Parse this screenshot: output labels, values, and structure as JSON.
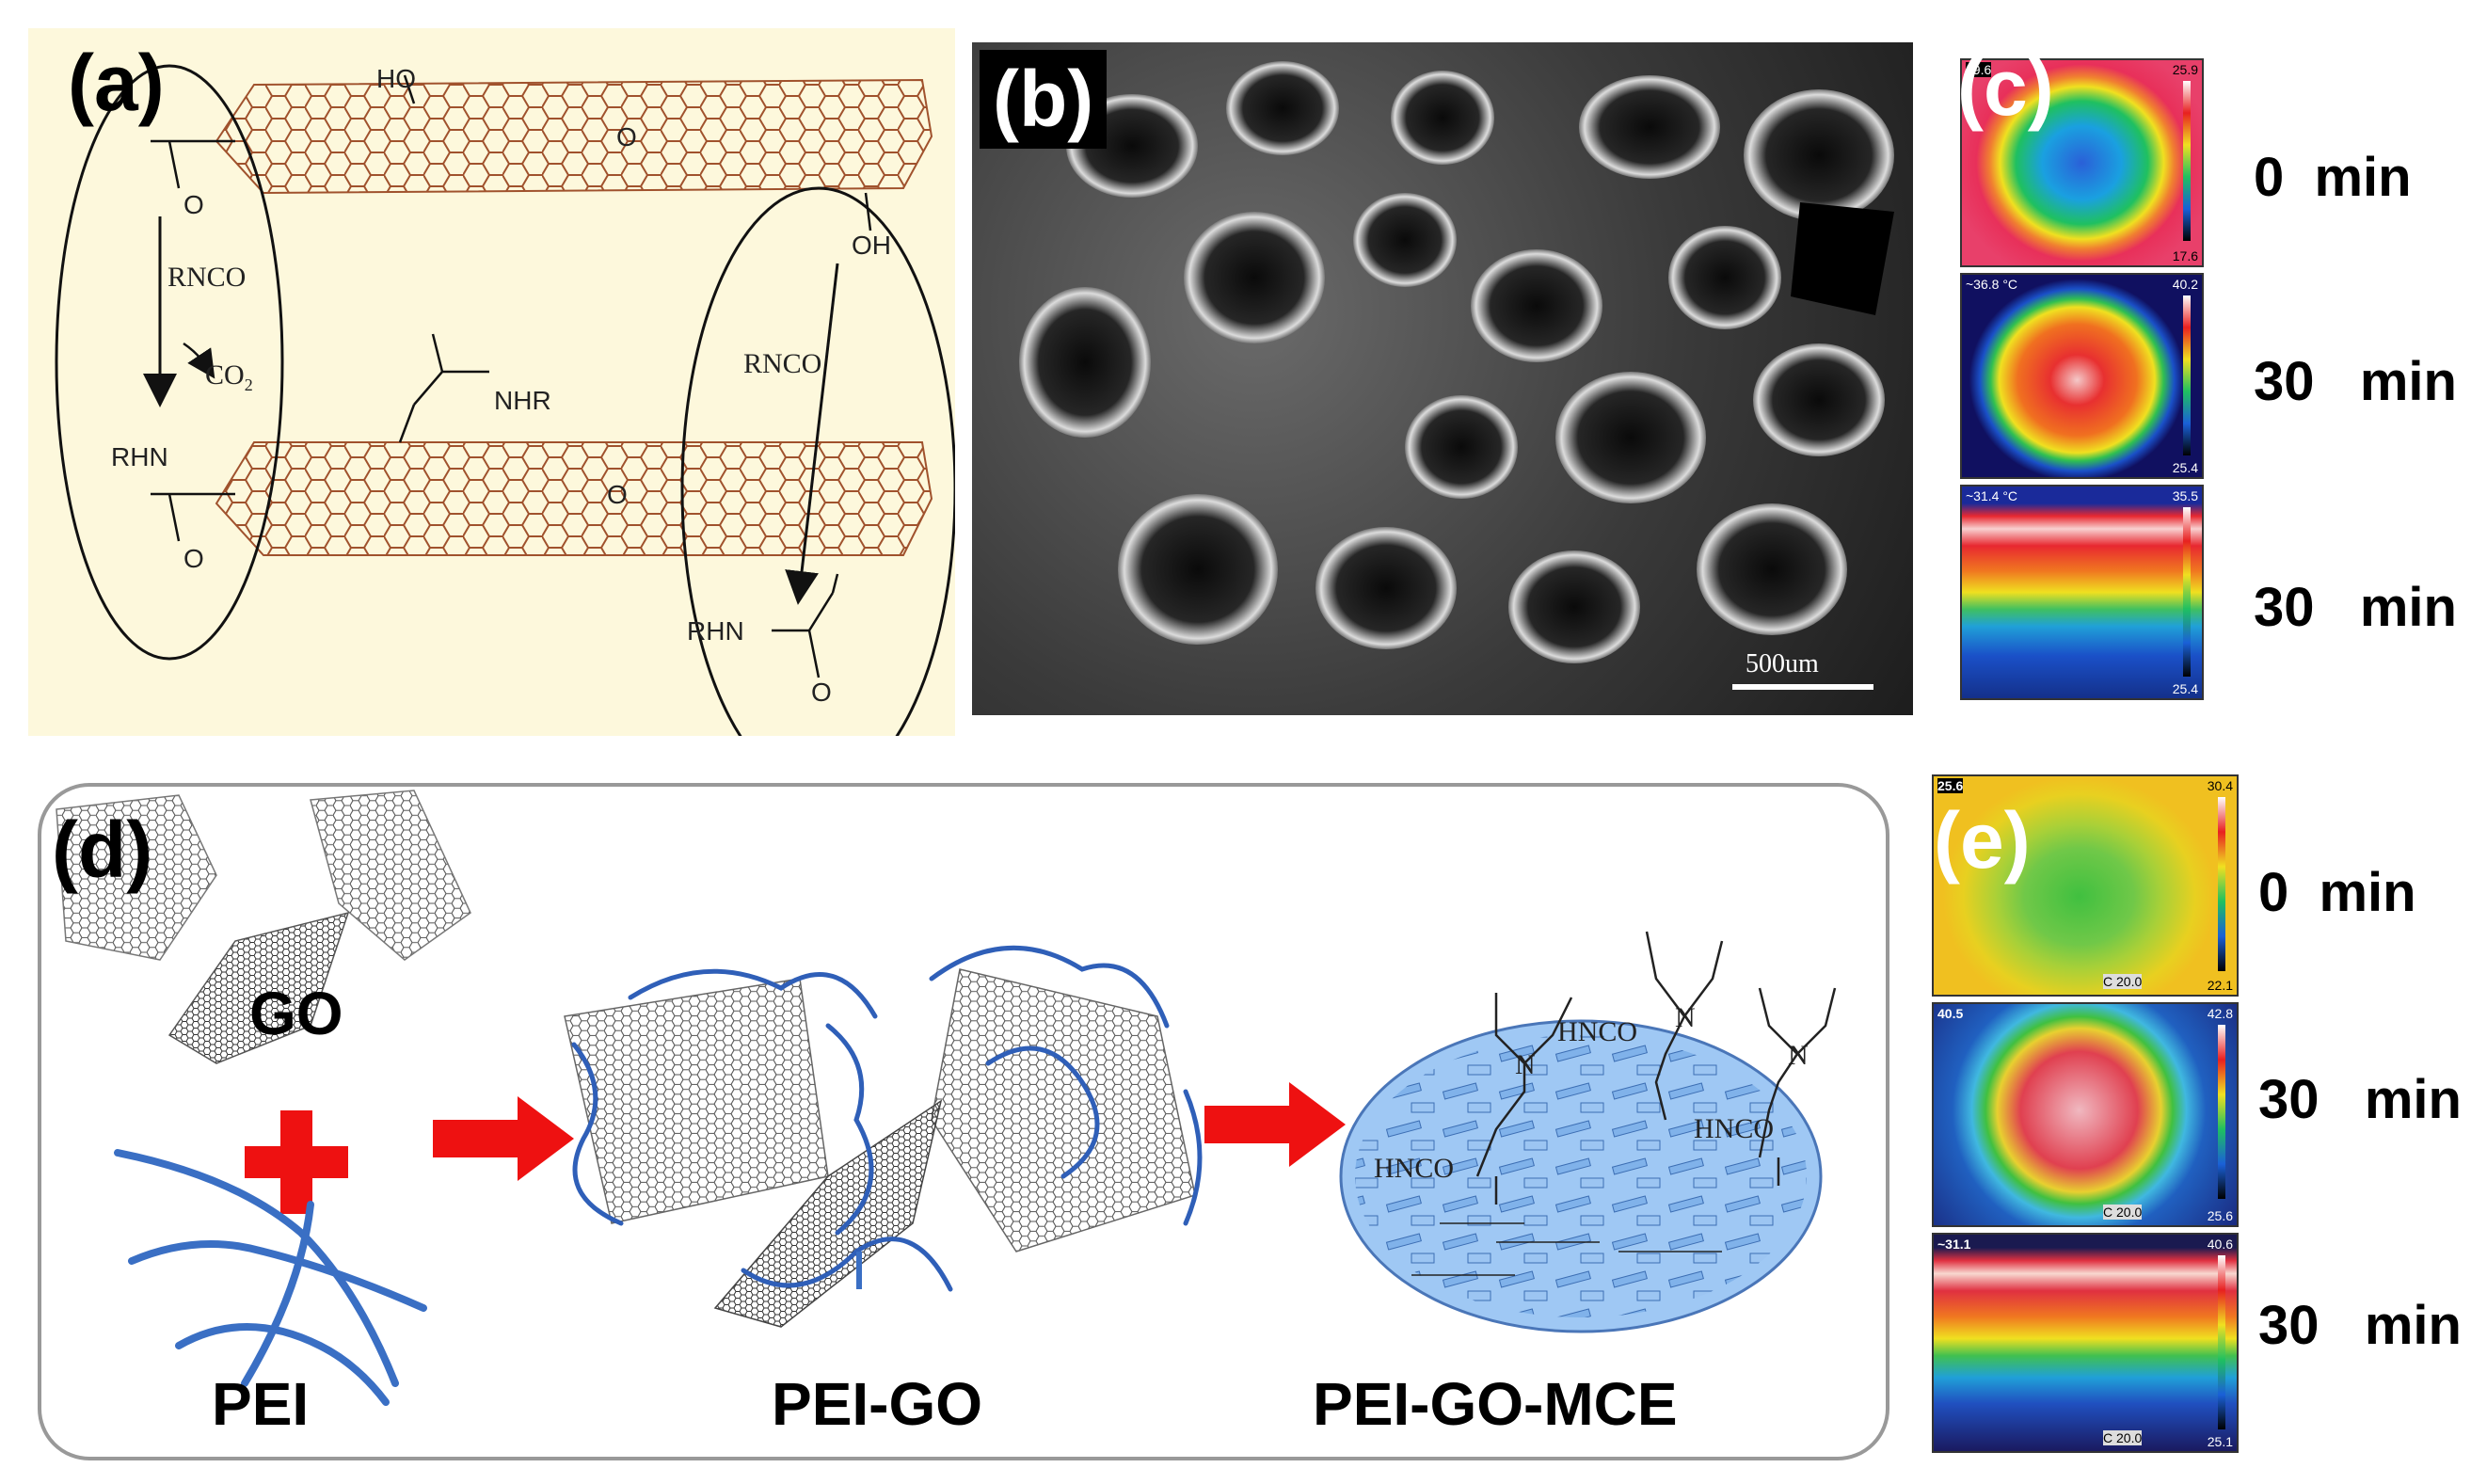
{
  "panel_a": {
    "label": "(a)",
    "groups": {
      "ho": "HO",
      "o_ring": "O",
      "oh": "OH",
      "rnco_left": "RNCO",
      "co2": "CO",
      "co2_sub": "2",
      "nhr": "NHR",
      "rhn_left": "RHN",
      "rnco_right": "RNCO",
      "rhn_right": "RHN",
      "o_carbonyl": "O"
    }
  },
  "panel_b": {
    "label": "(b)",
    "scale_bar": "500um"
  },
  "panel_c": {
    "label": "(c)",
    "times": [
      "0  min",
      "30   min",
      "30   min"
    ],
    "readouts": [
      {
        "center": "19.6",
        "max": "25.9",
        "min": "17.6"
      },
      {
        "center": "~36.8 °C",
        "max": "40.2",
        "min": "25.4"
      },
      {
        "center": "~31.4 °C",
        "max": "35.5",
        "min": "25.4"
      }
    ]
  },
  "panel_d": {
    "label": "(d)",
    "go": "GO",
    "pei": "PEI",
    "pei_go": "PEI-GO",
    "pei_go_mce": "PEI-GO-MCE",
    "hnco": [
      "HNCO",
      "HNCO",
      "HNCO"
    ],
    "n": [
      "N",
      "N",
      "N"
    ]
  },
  "panel_e": {
    "label": "(e)",
    "times": [
      "0  min",
      "30   min",
      "30   min"
    ],
    "readouts": [
      {
        "center": "25.6",
        "max": "30.4",
        "min": "22.1",
        "tag": "C 20.0"
      },
      {
        "center": "40.5",
        "max": "42.8",
        "min": "25.6",
        "tag": "C 20.0"
      },
      {
        "center": "~31.1",
        "max": "40.6",
        "min": "25.1",
        "tag": "C 20.0"
      }
    ]
  },
  "colors": {
    "arrow": "#ee1111",
    "pei_blue": "#3a6fc4",
    "panel_a_bg": "#fdf8dc",
    "frame": "#999999"
  }
}
